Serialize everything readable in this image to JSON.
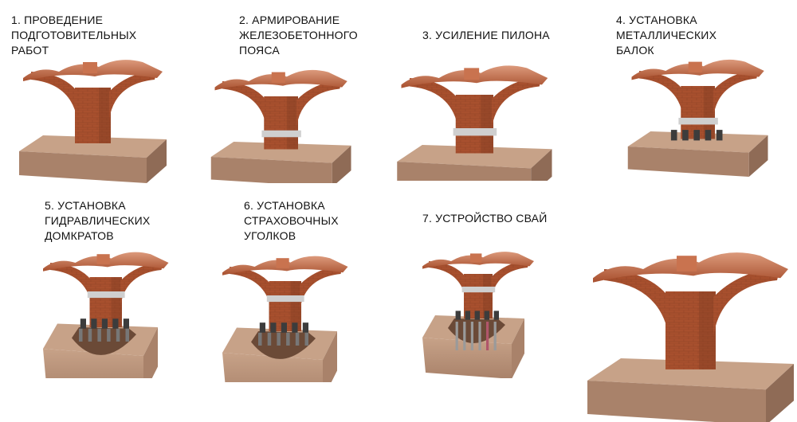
{
  "steps": [
    {
      "lines": [
        "1. ПРОВЕДЕНИЕ",
        "ПОДГОТОВИТЕЛЬНЫХ",
        "РАБОТ"
      ]
    },
    {
      "lines": [
        "2. АРМИРОВАНИЕ",
        "ЖЕЛЕЗОБЕТОННОГО",
        "ПОЯСА"
      ]
    },
    {
      "lines": [
        "3. УСИЛЕНИЕ ПИЛОНА"
      ]
    },
    {
      "lines": [
        "4. УСТАНОВКА",
        "МЕТАЛЛИЧЕСКИХ",
        "БАЛОК"
      ]
    },
    {
      "lines": [
        "5. УСТАНОВКА",
        "ГИДРАВЛИЧЕСКИХ",
        "ДОМКРАТОВ"
      ]
    },
    {
      "lines": [
        "6. УСТАНОВКА",
        "СТРАХОВОЧНЫХ",
        "УГОЛКОВ"
      ]
    },
    {
      "lines": [
        "7. УСТРОЙСТВО СВАЙ"
      ]
    }
  ],
  "colors": {
    "brick": "#a8502e",
    "brick_light": "#c9734f",
    "brick_dark": "#7c3a20",
    "vault_top": "#dc9a7c",
    "slab_top": "#c7a288",
    "slab_side": "#a9826a",
    "concrete": "#cfcfcf",
    "steel": "#3c3c3c"
  }
}
